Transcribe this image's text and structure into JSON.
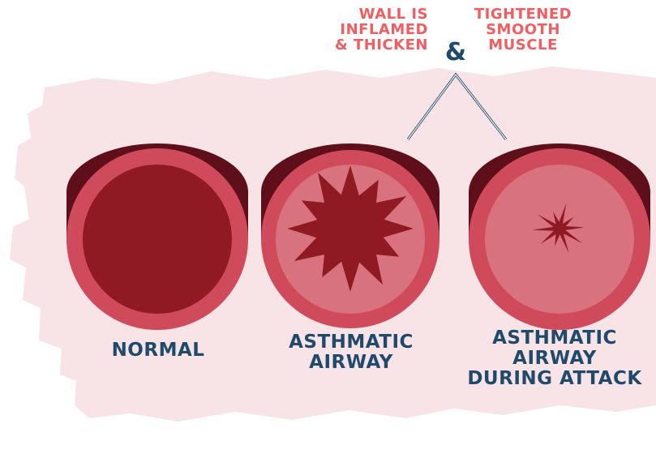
{
  "colors": {
    "background": "#ffffff",
    "paper": "#f8e3e6",
    "wall_outer": "#5e0f19",
    "wall_ring": "#cf4a5a",
    "lumen_normal": "#8f1a24",
    "inflamed_tissue": "#d8727f",
    "lumen_constricted": "#8f1a24",
    "note_text": "#f25d62",
    "label_text": "#1f4a6b",
    "connector": "#1f4a6b"
  },
  "notes": {
    "wall": [
      "WALL IS",
      "INFLAMED",
      "& THICKEN"
    ],
    "ampersand": "&",
    "muscle": [
      "TIGHTENED",
      "SMOOTH",
      "MUSCLE"
    ]
  },
  "airways": [
    {
      "id": "normal",
      "label": [
        "NORMAL"
      ]
    },
    {
      "id": "asthmatic",
      "label": [
        "ASTHMATIC",
        "AIRWAY"
      ]
    },
    {
      "id": "attack",
      "label": [
        "ASTHMATIC",
        "AIRWAY",
        "DURING ATTACK"
      ]
    }
  ],
  "icons": [
    "star-lumen-icon",
    "small-star-lumen-icon"
  ]
}
